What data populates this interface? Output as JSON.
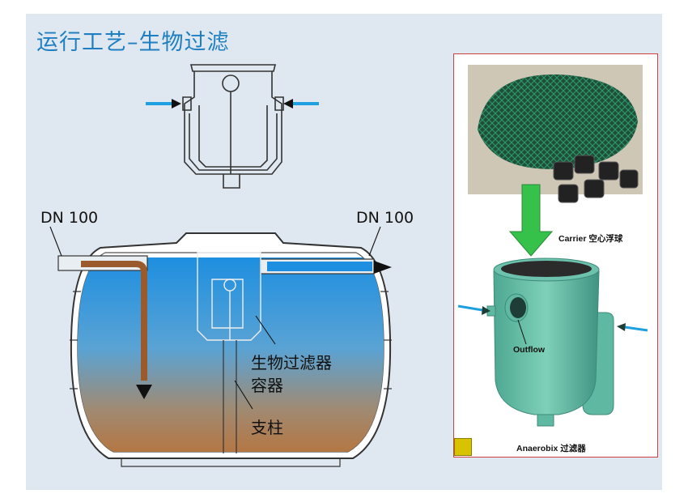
{
  "title": "运行工艺–生物过滤",
  "labels": {
    "inlet_pipe": "DN 100",
    "outlet_pipe": "DN 100",
    "filter_container_line1": "生物过滤器",
    "filter_container_line2": "容器",
    "support_column": "支柱"
  },
  "photo_panel": {
    "carrier_label": "Carrier 空心浮球",
    "outflow_label": "Outflow",
    "filter_label": "Anaerobix 过滤器"
  },
  "colors": {
    "title": "#1f7fc0",
    "water_top": "#1e8fe0",
    "sludge_bottom": "#b8733a",
    "flow_arrow": "#1ea0e0",
    "green_arrow": "#35c14a",
    "filter_body": "#5fb8a2",
    "panel_border": "#d04040",
    "legend_square": "#d8c300"
  }
}
